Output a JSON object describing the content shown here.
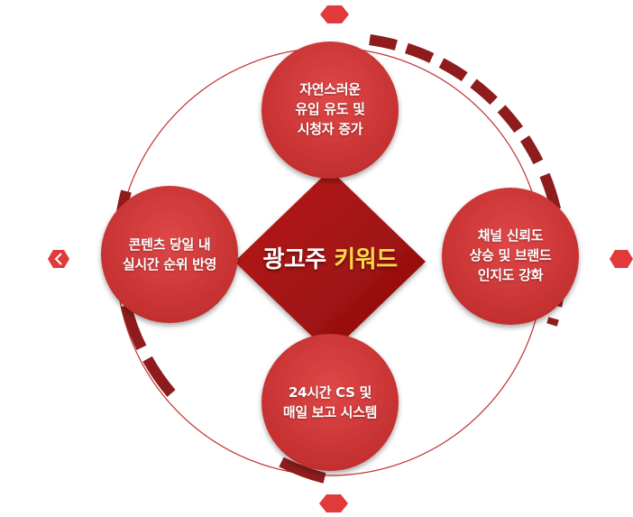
{
  "center": {
    "text_a": "광고주",
    "text_b": "키워드",
    "color_a": "#ffffff",
    "color_b": "#ffd84a"
  },
  "nodes": {
    "top": {
      "label": "자연스러운\n유입 유도 및\n시청자 증가"
    },
    "right": {
      "label": "채널 신뢰도\n상승 및 브랜드\n인지도 강화"
    },
    "bottom": {
      "label": "24시간 CS 및\n매일 보고 시스템"
    },
    "left": {
      "label": "콘텐츠 당일 내\n실시간 순위 반영"
    }
  },
  "colors": {
    "circle": "#d23b3b",
    "circle_edge": "#b32a2a",
    "diamond": "#a81414",
    "arc": "#8f1c1c",
    "ring": "#c23030",
    "hexagon": "#e03a3a"
  },
  "icons": {
    "left_marker": "chevron-left-icon"
  }
}
